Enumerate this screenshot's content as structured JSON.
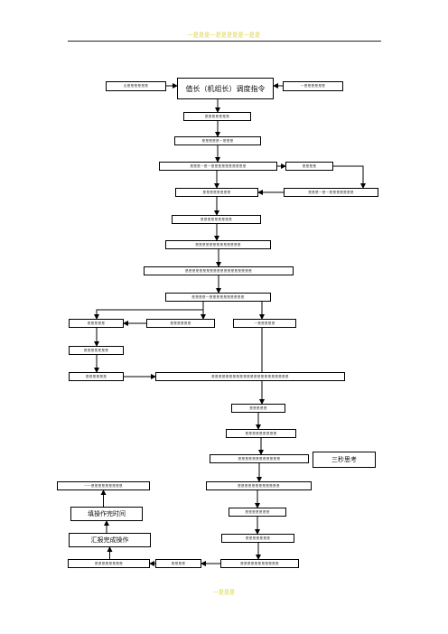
{
  "header": {
    "text": "一是是是一是是是是是一是是"
  },
  "footer": {
    "text": "一是是是"
  },
  "nodes": [
    {
      "id": "n1",
      "text": "出是是是是是是",
      "style": "small"
    },
    {
      "id": "n2",
      "text": "值长（机组长）调度指令",
      "style": "big"
    },
    {
      "id": "n3",
      "text": "一是是是是是是",
      "style": "small"
    },
    {
      "id": "n4",
      "text": "是是是是是是是",
      "style": "small"
    },
    {
      "id": "n5",
      "text": "是是是是是一是是是",
      "style": "small"
    },
    {
      "id": "n6",
      "text": "是是是一是一是是是是是是是是是是",
      "style": "small"
    },
    {
      "id": "n7",
      "text": "是是是是",
      "style": "small"
    },
    {
      "id": "n8",
      "text": "是是是是是是是是",
      "style": "small"
    },
    {
      "id": "n9",
      "text": "是是是一是一是是是是是是是",
      "style": "small"
    },
    {
      "id": "n10",
      "text": "是是是是是是是是是",
      "style": "small"
    },
    {
      "id": "n11",
      "text": "是是是是是是是是是是是是是",
      "style": "small"
    },
    {
      "id": "n12",
      "text": "是是是是是是是是是是是是是是是是是是是",
      "style": "small"
    },
    {
      "id": "n13",
      "text": "是是是是一是是是是是是是是是是",
      "style": "small"
    },
    {
      "id": "n14",
      "text": "是是是是是",
      "style": "small"
    },
    {
      "id": "n15",
      "text": "是是是是是是",
      "style": "small"
    },
    {
      "id": "n16",
      "text": "一是是是是是",
      "style": "small"
    },
    {
      "id": "n17",
      "text": "是是是是是是是",
      "style": "small"
    },
    {
      "id": "n18",
      "text": "是是是是是是",
      "style": "small"
    },
    {
      "id": "n19",
      "text": "是是是是是是是是是是是是是是是是是是是是是是",
      "style": "small"
    },
    {
      "id": "n20",
      "text": "是是是是是",
      "style": "small"
    },
    {
      "id": "n21",
      "text": "是是是是是是是是是",
      "style": "small"
    },
    {
      "id": "n22",
      "text": "是是是是是是是是是是是是",
      "style": "small"
    },
    {
      "id": "n23",
      "text": "三秒思考",
      "style": "mid"
    },
    {
      "id": "n24",
      "text": "一一是是是是是是是是是",
      "style": "small"
    },
    {
      "id": "n25",
      "text": "是是是是是是是是是是是是",
      "style": "small"
    },
    {
      "id": "n26",
      "text": "填操作完时间",
      "style": "mid"
    },
    {
      "id": "n27",
      "text": "是是是是是是是",
      "style": "small"
    },
    {
      "id": "n28",
      "text": "汇报完成操作",
      "style": "mid"
    },
    {
      "id": "n29",
      "text": "是是是是是是是",
      "style": "small"
    },
    {
      "id": "n30",
      "text": "是是是是是是是是",
      "style": "small"
    },
    {
      "id": "n31",
      "text": "是是是是",
      "style": "small"
    },
    {
      "id": "n32",
      "text": "是是是是是是是是是是是",
      "style": "small"
    }
  ],
  "edges": [
    {
      "from": "n1",
      "to": "n2"
    },
    {
      "from": "n3",
      "to": "n2"
    },
    {
      "from": "n2",
      "to": "n4"
    },
    {
      "from": "n4",
      "to": "n5"
    },
    {
      "from": "n5",
      "to": "n6"
    },
    {
      "from": "n6",
      "to": "n7"
    },
    {
      "from": "n6",
      "to": "n8"
    },
    {
      "from": "n7",
      "to": "n9"
    },
    {
      "from": "n9",
      "to": "n8"
    },
    {
      "from": "n8",
      "to": "n10"
    },
    {
      "from": "n10",
      "to": "n11"
    },
    {
      "from": "n11",
      "to": "n12"
    },
    {
      "from": "n12",
      "to": "n13"
    },
    {
      "from": "n13",
      "to": "n14"
    },
    {
      "from": "n13",
      "to": "n15"
    },
    {
      "from": "n13",
      "to": "n16"
    },
    {
      "from": "n15",
      "to": "n14"
    },
    {
      "from": "n14",
      "to": "n17"
    },
    {
      "from": "n17",
      "to": "n18"
    },
    {
      "from": "n18",
      "to": "n19"
    },
    {
      "from": "n16",
      "to": "n20"
    },
    {
      "from": "n20",
      "to": "n21"
    },
    {
      "from": "n21",
      "to": "n22"
    },
    {
      "from": "n22",
      "to": "n25"
    },
    {
      "from": "n25",
      "to": "n27"
    },
    {
      "from": "n27",
      "to": "n29"
    },
    {
      "from": "n29",
      "to": "n32"
    },
    {
      "from": "n32",
      "to": "n31"
    },
    {
      "from": "n31",
      "to": "n30"
    },
    {
      "from": "n30",
      "to": "n28"
    },
    {
      "from": "n28",
      "to": "n26"
    },
    {
      "from": "n26",
      "to": "n24"
    }
  ]
}
